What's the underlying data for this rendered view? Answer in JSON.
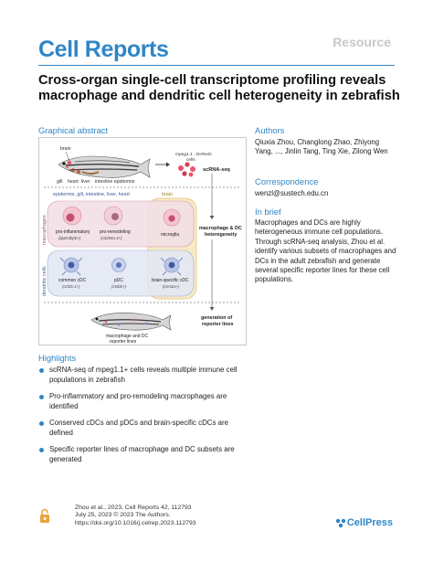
{
  "header": {
    "journal": "Cell Reports",
    "category": "Resource",
    "title": "Cross-organ single-cell transcriptome profiling reveals macrophage and dendritic cell heterogeneity in zebrafish"
  },
  "graphical_abstract": {
    "heading": "Graphical abstract",
    "labels": {
      "brain": "brain",
      "gill": "gill",
      "heart": "heart",
      "liver": "liver",
      "intestine_epidermis": "intestine epidermis",
      "reporter_line": "mpeg1.1 : DsRedx",
      "reporter_cells": "cells",
      "scrna": "scRNA-seq",
      "tissues_left": "epidermis, gill, intestine, liver, heart",
      "tissue_brain": "brain",
      "macrophages": "macrophages",
      "dendritic_cells": "dendritic cells",
      "pro_inflammatory": "pro-inflammatory",
      "pro_inflammatory_gene": "(lgals3bpb+)",
      "pro_remodeling": "pro-remodeling",
      "pro_remodeling_gene": "(cd294a.4+)",
      "microglia": "microglia",
      "mac_dc_heterogeneity_1": "macrophage & DC",
      "mac_dc_heterogeneity_2": "heterogeneity",
      "common_cdc": "common cDC",
      "common_cdc_gene": "(ccl35.1+)",
      "pdc": "pDC",
      "pdc_gene": "(ctsbb+)",
      "brain_cdc": "brain-specific cDC",
      "brain_cdc_gene": "(crm3a+)",
      "generation_1": "generation of",
      "generation_2": "reporter lines",
      "reporter_lines_1": "macrophage and DC",
      "reporter_lines_2": "reporter lines"
    }
  },
  "authors": {
    "heading": "Authors",
    "text": "Qiuxia Zhou, Changlong Zhao, Zhiyong Yang, ..., Jinlin Tang, Ting Xie, Zilong Wen"
  },
  "correspondence": {
    "heading": "Correspondence",
    "email": "wenzl@sustech.edu.cn"
  },
  "in_brief": {
    "heading": "In brief",
    "text": "Macrophages and DCs are highly heterogeneous immune cell populations. Through scRNA-seq analysis, Zhou et al. identify various subsets of macrophages and DCs in the adult zebrafish and generate several specific reporter lines for these cell populations."
  },
  "highlights": {
    "heading": "Highlights",
    "items": [
      "scRNA-seq of mpeg1.1+ cells reveals multiple immune cell populations in zebrafish",
      "Pro-inflammatory and pro-remodeling macrophages are identified",
      "Conserved cDCs and pDCs and brain-specific cDCs are defined",
      "Specific reporter lines of macrophage and DC subsets are generated"
    ]
  },
  "footer": {
    "line1": "Zhou et al., 2023, Cell Reports 42, 112793",
    "line2": "July 25, 2023 © 2023 The Authors.",
    "line3": "https://doi.org/10.1016/j.celrep.2023.112793",
    "publisher": "CellPress"
  },
  "colors": {
    "accent": "#2f86c6",
    "macrophage_box": "#f2dfe6",
    "dc_box": "#e3e8f3",
    "brain_box": "#f6eac8"
  }
}
